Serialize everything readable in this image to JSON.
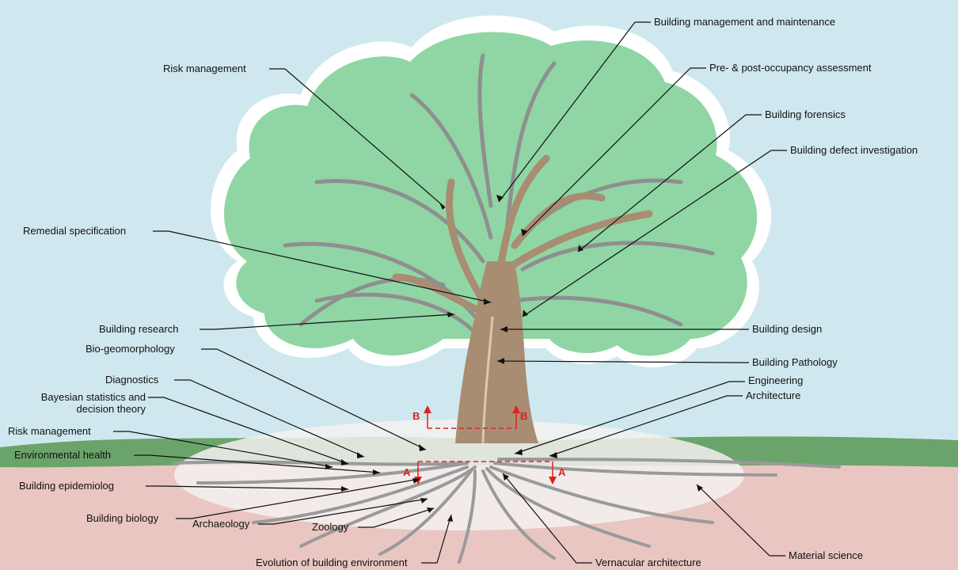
{
  "labels": {
    "building_management_and_maintenance": "Building management and maintenance",
    "pre_post_occupancy_assessment": "Pre- & post-occupancy assessment",
    "building_forensics": "Building forensics",
    "building_defect_investigation": "Building defect investigation",
    "risk_management_top": "Risk management",
    "remedial_specification": "Remedial specification",
    "building_research": "Building research",
    "bio_geomorphology": "Bio-geomorphology",
    "diagnostics": "Diagnostics",
    "bayesian_line1": "Bayesian statistics and",
    "bayesian_line2": "decision theory",
    "risk_management_root": "Risk management",
    "environmental_health": "Environmental health",
    "building_epidemiolog": "Building epidemiolog",
    "building_biology": "Building biology",
    "archaeology": "Archaeology",
    "zoology": "Zoology",
    "evolution_of_building_environment": "Evolution of building environment",
    "vernacular_architecture": "Vernacular architecture",
    "material_science": "Material science",
    "building_design": "Building design",
    "building_pathology": "Building Pathology",
    "engineering": "Engineering",
    "architecture": "Architecture"
  },
  "section_markers": {
    "a": "A",
    "b": "B"
  },
  "colors": {
    "sky": "#cfe8f0",
    "foliage": "#8fd6a4",
    "branch_outline": "#8f8f8f",
    "trunk": "#a88d72",
    "grass": "#6aa46a",
    "soil": "#e9c6c2",
    "roots": "#9a9a9a",
    "marker": "#e0201c"
  }
}
